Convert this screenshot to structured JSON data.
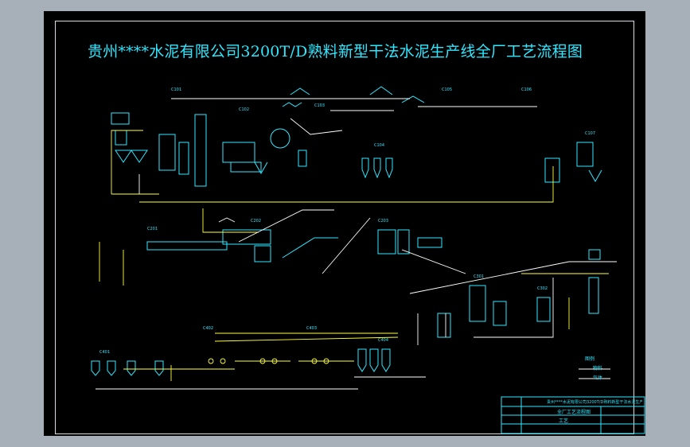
{
  "drawing": {
    "title": "贵州****水泥有限公司3200T/D熟料新型干法水泥生产线全厂工艺流程图"
  },
  "legend": {
    "title": "图例",
    "items": [
      {
        "label": "物料",
        "color": "#ffffff"
      },
      {
        "label": "气体",
        "color": "#ffff3a"
      }
    ]
  },
  "title_block": {
    "row1": "贵州****水泥有限公司3200T/D熟料新型干法水泥生产线",
    "row2": "全厂工艺流程图",
    "row3": "工艺"
  },
  "colors": {
    "background": "#000000",
    "lines_cyan": "#2ee8ff",
    "lines_yellow": "#ffff3a",
    "lines_white": "#ffffff",
    "outer_margin": "#a7afb9"
  }
}
